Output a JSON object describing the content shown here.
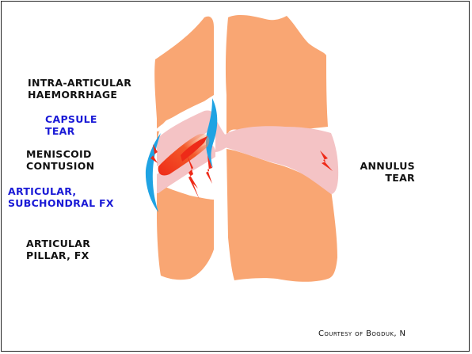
{
  "labels": {
    "intra_articular_1": "Intra-articular",
    "intra_articular_2": "haemorrhage",
    "capsule_1": "Capsule",
    "capsule_2": "tear",
    "meniscoid_1": "Meniscoid",
    "meniscoid_2": "contusion",
    "articular_fx_1": "Articular,",
    "articular_fx_2": "subchondral Fx",
    "pillar_1": "Articular",
    "pillar_2": "pillar, Fx",
    "annulus_1": "Annulus",
    "annulus_2": "tear",
    "credit": "Courtesy of Bogduk, N"
  },
  "colors": {
    "bone": "#f9a673",
    "disc": "#f4c3c5",
    "capsule": "#1fa3e3",
    "injury": "#ee2a18",
    "label_blue": "#1a1ad6"
  }
}
